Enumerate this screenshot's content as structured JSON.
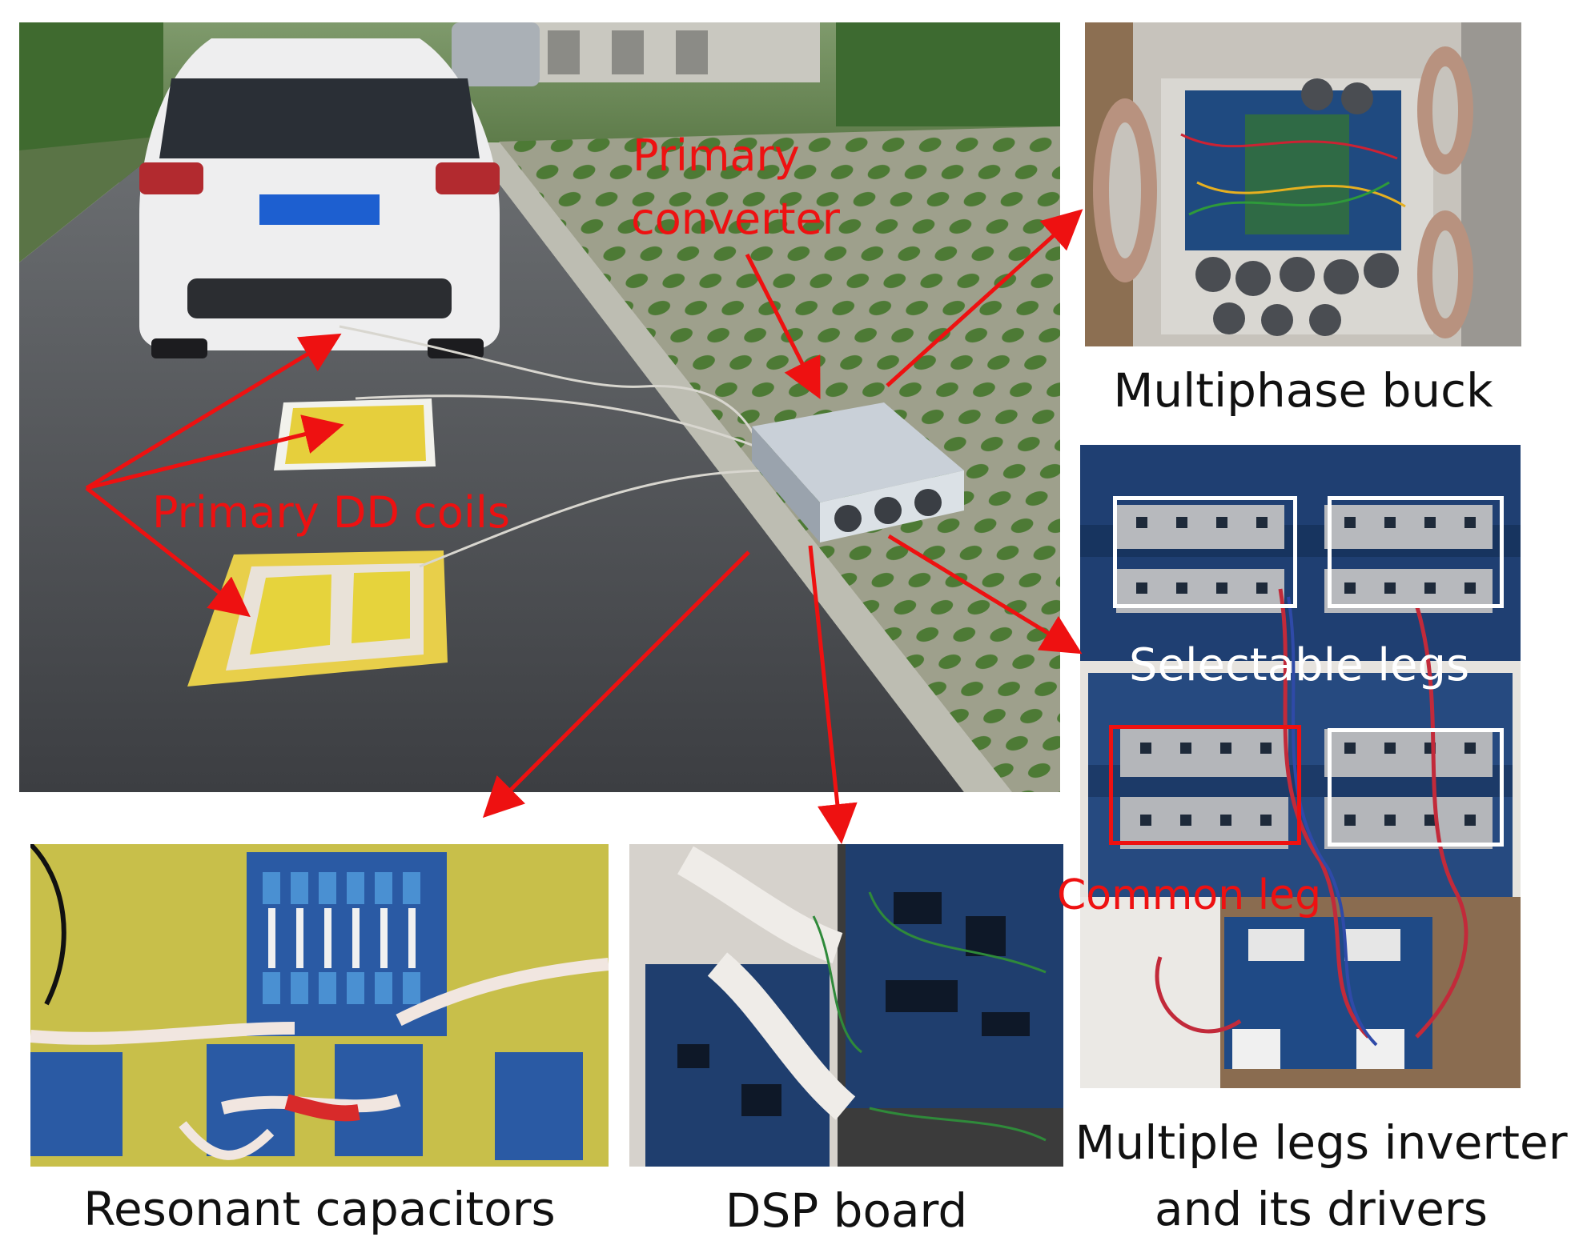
{
  "labels": {
    "primary_converter_line1": "Primary",
    "primary_converter_line2": "converter",
    "primary_dd_coils": "Primary DD coils",
    "selectable_legs": "Selectable legs",
    "common_leg": "Common leg"
  },
  "captions": {
    "multiphase_buck": "Multiphase buck",
    "resonant_capacitors": "Resonant capacitors",
    "dsp_board": "DSP board",
    "multiple_legs_line1": "Multiple legs inverter",
    "multiple_legs_line2": "and its drivers"
  },
  "colors": {
    "annotation_red": "#ee1111",
    "board_blue": "#1f3f72",
    "coil_yellow": "#e6cf3c",
    "asphalt": "#4c4f54",
    "grass": "#4f7f3c"
  }
}
